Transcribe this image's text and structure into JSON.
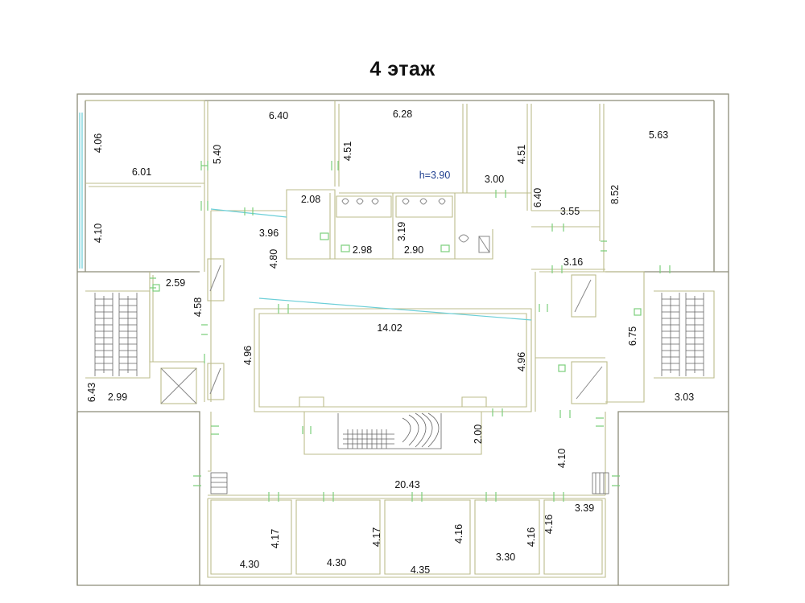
{
  "title": "4 этаж",
  "ceiling_height": "h=3.90",
  "dimensions": {
    "r1_h": "4.06",
    "r1_w": "6.01",
    "r2_h": "4.10",
    "top2_w": "6.40",
    "top2_h": "5.40",
    "top3_w": "6.28",
    "top3_h": "4.51",
    "top4_h": "4.51",
    "top4_w": "3.00",
    "top5_h": "6.40",
    "top5_w": "3.55",
    "nw_w": "5.63",
    "nw_h": "8.52",
    "wc_w": "2.08",
    "corr_w": "3.96",
    "corr_h": "4.80",
    "wc2_w": "2.98",
    "wc3_h": "3.19",
    "wc3_w": "2.90",
    "r_316": "3.16",
    "st_w": "2.59",
    "st_h": "4.58",
    "hall_w": "14.02",
    "hall_hl": "4.96",
    "hall_hr": "4.96",
    "e_h": "6.75",
    "stairL_h": "6.43",
    "stairL_w": "2.99",
    "stairR_w": "3.03",
    "s_200": "2.00",
    "s_410": "4.10",
    "corrB_w": "20.43",
    "b1_h": "4.17",
    "b1_w": "4.30",
    "b2_h": "4.17",
    "b2_w": "4.30",
    "b3_h": "4.16",
    "b3_w": "4.35",
    "b4_h": "4.16",
    "b4_w": "3.30",
    "b5_h": "4.16",
    "b5_w": "3.39"
  }
}
